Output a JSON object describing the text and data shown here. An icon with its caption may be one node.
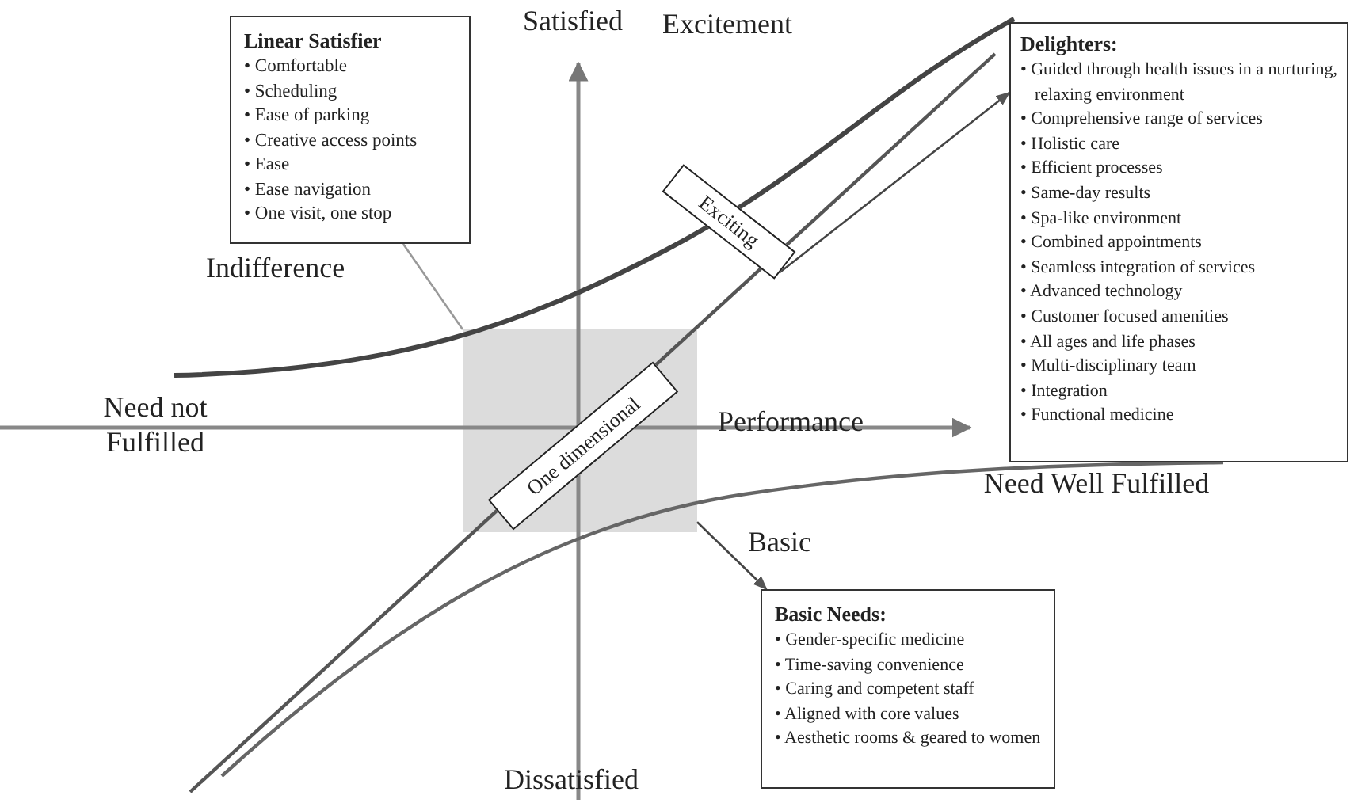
{
  "diagram": {
    "nodes": [
      {
        "text": [
          "Linear Satisfier",
          "• Comfortable",
          "• Scheduling",
          "• Ease of parking",
          "• Creative access points",
          "• Ease",
          "• Ease navigation",
          "• One visit, one stop"
        ]
      },
      {
        "text": [
          "Delighters:",
          "• Guided through health issues in a nurturing, relaxing environment",
          "• Comprehensive range of services",
          "• Holistic care",
          "• Efficient processes",
          "• Same-day results",
          "• Spa-like environment",
          "• Combined appointments",
          "• Seamless integration of services",
          "• Advanced technology",
          "• Customer focused amenities",
          "• All ages and life phases",
          "• Multi-disciplinary team",
          "• Integration",
          "• Functional medicine"
        ]
      },
      {
        "text": [
          "Basic Needs:",
          "• Gender-specific medicine",
          "• Time-saving convenience",
          "• Caring and competent staff",
          "• Aligned with core values",
          "• Aesthetic rooms & geared to women"
        ]
      },
      {
        "text": [
          "Exciting"
        ]
      },
      {
        "text": [],
        "shape": "box"
      },
      {
        "text": [
          "One dimensional"
        ],
        "in": 4
      }
    ],
    "edges": [
      {
        "from": 0,
        "to": 4,
        "arrow": "none",
        "color": "#999999"
      },
      {
        "from": 4,
        "to": 2,
        "arrow": "to"
      },
      {
        "from": 3,
        "to": 1,
        "arrow": "to"
      }
    ],
    "labels": [
      "Satisfied",
      "Excitement",
      "Indifference",
      "Need not Fulfilled",
      "Performance",
      "Need Well Fulfilled",
      "Basic",
      "Dissatisfied"
    ]
  }
}
